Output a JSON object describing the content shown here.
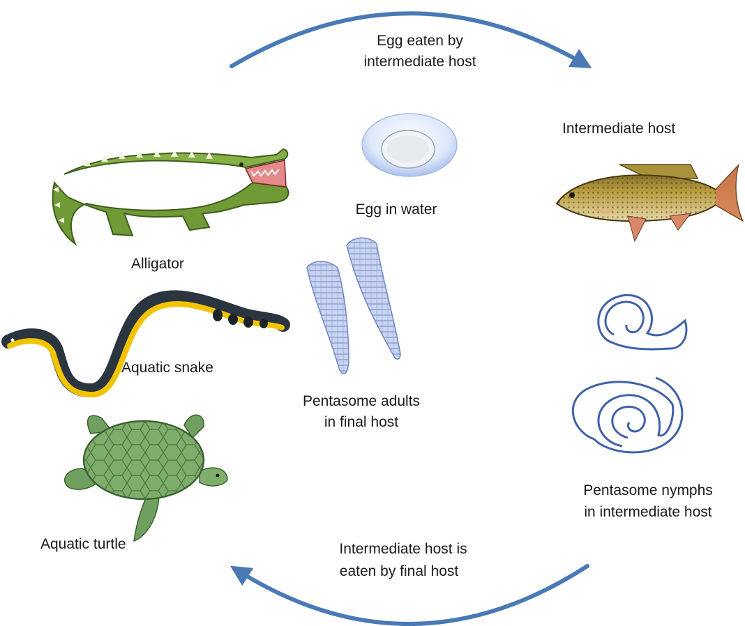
{
  "labels": {
    "egg_eaten_line1": "Egg eaten by",
    "egg_eaten_line2": "intermediate host",
    "intermediate_host": "Intermediate host",
    "egg_in_water": "Egg in water",
    "alligator": "Alligator",
    "aquatic_snake": "Aquatic snake",
    "pentasome_adults_line1": "Pentasome adults",
    "pentasome_adults_line2": "in final host",
    "aquatic_turtle": "Aquatic turtle",
    "pentasome_nymphs_line1": "Pentasome nymphs",
    "pentasome_nymphs_line2": "in intermediate host",
    "eaten_by_final_line1": "Intermediate host is",
    "eaten_by_final_line2": "eaten by final host"
  },
  "colors": {
    "cycle_arrow": "#4a7ab5",
    "worm_blue": "#8fa7d6",
    "nymph_blue": "#3f62a8",
    "alligator_green": "#6f9a35",
    "turtle_green": "#6fa05f",
    "fish_gold": "#b59a3e"
  }
}
